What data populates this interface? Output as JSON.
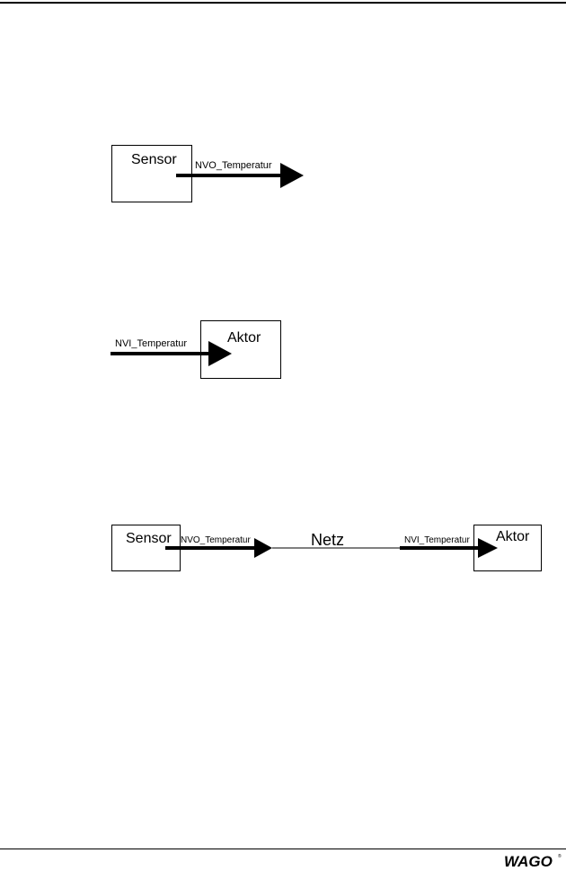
{
  "figure1": {
    "sensor_label": "Sensor",
    "signal_label": "NVO_Temperatur"
  },
  "figure2": {
    "actor_label": "Aktor",
    "signal_label": "NVI_Temperatur"
  },
  "figure3": {
    "sensor_label": "Sensor",
    "output_label": "NVO_Temperatur",
    "network_label": "Netz",
    "input_label": "NVI_Temperatur",
    "actor_label": "Aktor"
  },
  "footer": {
    "logo_text": "WAGO",
    "registered_mark": "®"
  }
}
